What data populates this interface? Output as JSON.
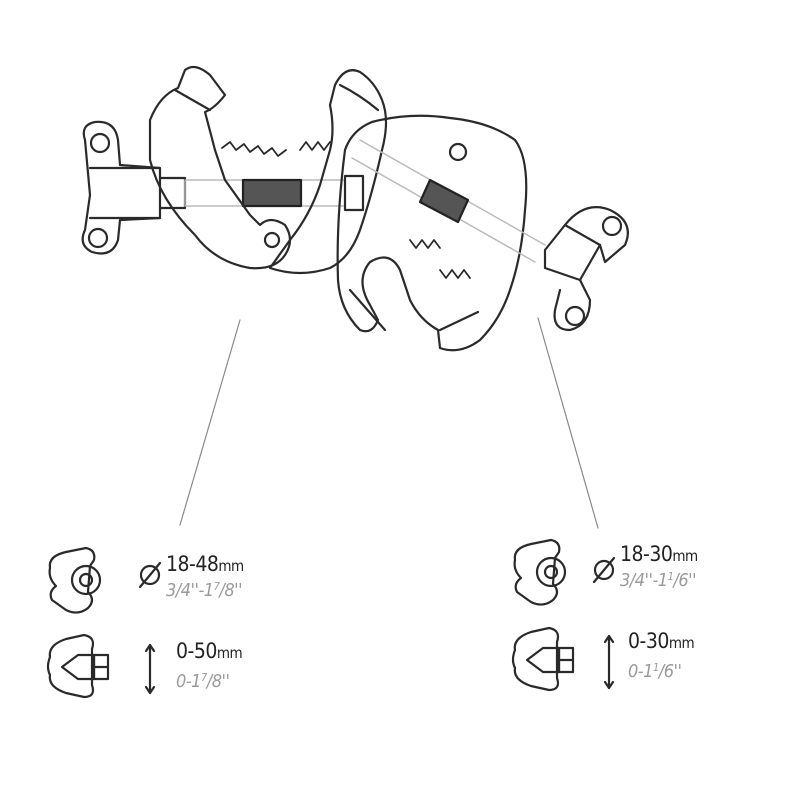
{
  "colors": {
    "line": "#2a2a2a",
    "leader": "#8a8a8a",
    "imperial": "#9a9a9a"
  },
  "left_clamp": {
    "diameter": {
      "icon": "diameter-icon",
      "metric_value": "18-48",
      "metric_unit": "mm",
      "imperial_pre": "3/4''-1",
      "imperial_sup": "7",
      "imperial_post": "/8''"
    },
    "flat": {
      "icon": "vertical-double-arrow-icon",
      "metric_value": "0-50",
      "metric_unit": "mm",
      "imperial_pre": "0-1",
      "imperial_sup": "7",
      "imperial_post": "/8''"
    }
  },
  "right_clamp": {
    "diameter": {
      "icon": "diameter-icon",
      "metric_value": "18-30",
      "metric_unit": "mm",
      "imperial_pre": "3/4''-1",
      "imperial_sup": "1",
      "imperial_post": "/6''"
    },
    "flat": {
      "icon": "vertical-double-arrow-icon",
      "metric_value": "0-30",
      "metric_unit": "mm",
      "imperial_pre": "0-1",
      "imperial_sup": "1",
      "imperial_post": "/6''"
    }
  }
}
